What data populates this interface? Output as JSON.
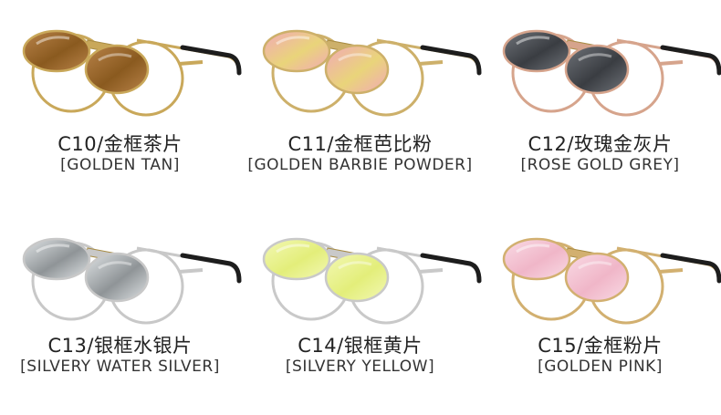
{
  "products": [
    {
      "code": "C10/金框茶片",
      "name": "[GOLDEN TAN]",
      "frame": "#c9a85a",
      "lens": "#8a5a1f",
      "lens_hi": "#b9834a"
    },
    {
      "code": "C11/金框芭比粉",
      "name": "[GOLDEN BARBIE POWDER]",
      "frame": "#cdb06a",
      "lens": "#e9d47a",
      "lens_hi": "#f2a9b8"
    },
    {
      "code": "C12/玫瑰金灰片",
      "name": "[ROSE GOLD GREY]",
      "frame": "#d6a48c",
      "lens": "#3a3d42",
      "lens_hi": "#70747a"
    },
    {
      "code": "C13/银框水银片",
      "name": "[SILVERY WATER SILVER]",
      "frame": "#c8c8c8",
      "lens": "#8f9497",
      "lens_hi": "#dfe3e5"
    },
    {
      "code": "C14/银框黄片",
      "name": "[SILVERY YELLOW]",
      "frame": "#c9c9c9",
      "lens": "#e3ee7a",
      "lens_hi": "#f3f8b5"
    },
    {
      "code": "C15/金框粉片",
      "name": "[GOLDEN PINK]",
      "frame": "#d2b070",
      "lens": "#f0b6c8",
      "lens_hi": "#f9dbe5"
    }
  ]
}
